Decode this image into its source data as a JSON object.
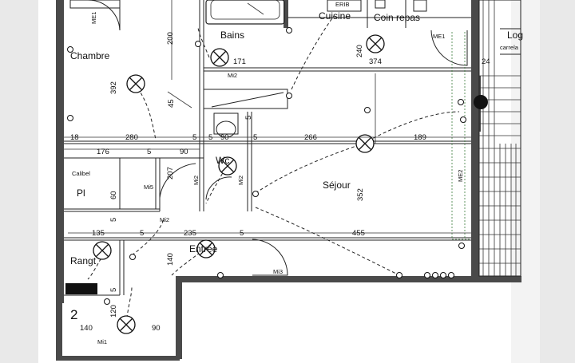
{
  "plan": {
    "rooms": [
      {
        "id": "chambre",
        "label": "Chambre"
      },
      {
        "id": "bains",
        "label": "Bains"
      },
      {
        "id": "cuisine",
        "label": "Cuisine"
      },
      {
        "id": "coin-repas",
        "label": "Coin repas"
      },
      {
        "id": "sejour",
        "label": "Séjour"
      },
      {
        "id": "entree",
        "label": "Entrée"
      },
      {
        "id": "rangt",
        "label": "Rangt"
      },
      {
        "id": "wc",
        "label": "Wc"
      },
      {
        "id": "pl",
        "label": "Pl"
      },
      {
        "id": "loggia",
        "label": "Log"
      },
      {
        "id": "loggia-sub",
        "label": "carrela"
      }
    ],
    "dimensions": [
      "200",
      "392",
      "45",
      "171",
      "240",
      "374",
      "24",
      "18",
      "280",
      "5",
      "5",
      "90",
      "5",
      "266",
      "189",
      "176",
      "5",
      "90",
      "207",
      "60",
      "5",
      "5",
      "352",
      "135",
      "5",
      "235",
      "5",
      "455",
      "140",
      "5",
      "120",
      "140",
      "90"
    ],
    "tags": [
      "ME1",
      "ME1",
      "Mi2",
      "Mi5",
      "Mi2",
      "Mi2",
      "Mi2",
      "Mi3",
      "ME2",
      "Mi1",
      "Calibel"
    ],
    "misc": {
      "floor_number": "2",
      "top_fragment": "ERIB"
    }
  }
}
